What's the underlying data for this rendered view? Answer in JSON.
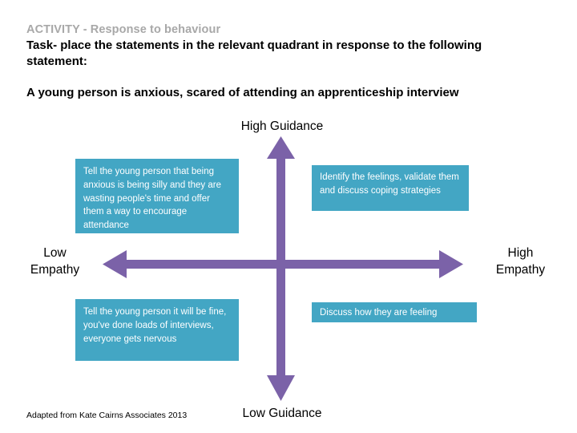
{
  "header": {
    "activity_title": "ACTIVITY - Response to behaviour",
    "task_text": "Task- place the statements in the relevant quadrant in response to the following statement:",
    "statement": "A young person is anxious, scared of attending an apprenticeship interview"
  },
  "axes": {
    "top_label": "High Guidance",
    "bottom_label": "Low Guidance",
    "left_label": "Low\nEmpathy",
    "left_label_line1": "Low",
    "left_label_line2": "Empathy",
    "right_label_line1": "High",
    "right_label_line2": "Empathy",
    "arrow_color": "#7B62A8"
  },
  "cards": {
    "top_left": "Tell the young person that being anxious is being silly and they are wasting people's time and offer them a way to encourage attendance",
    "top_right": "Identify the feelings, validate them and discuss coping strategies",
    "bottom_left": "Tell the young person it will be fine, you've done loads of interviews, everyone gets nervous",
    "bottom_right": "Discuss how they are feeling",
    "card_color": "#43A6C4"
  },
  "footer": {
    "credit": "Adapted from Kate Cairns Associates 2013"
  }
}
